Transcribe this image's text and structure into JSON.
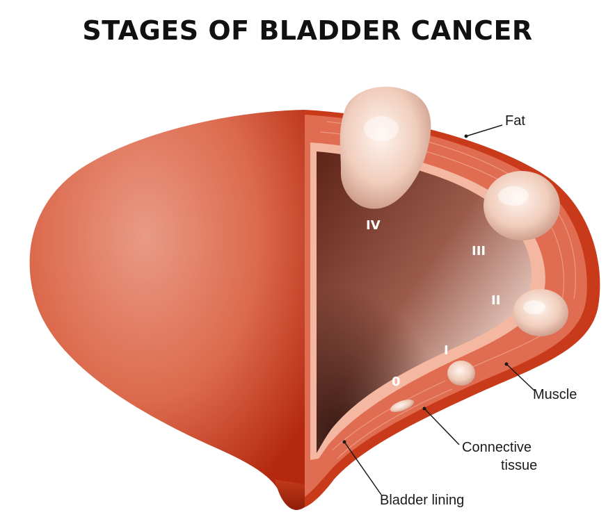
{
  "title": "STAGES OF BLADDER CANCER",
  "stages": [
    "0",
    "I",
    "II",
    "III",
    "IV"
  ],
  "labels": {
    "fat": "Fat",
    "muscle": "Muscle",
    "connective_line1": "Connective",
    "connective_line2": "tissue",
    "lining": "Bladder lining"
  },
  "colors": {
    "bladder_light": "#e58872",
    "bladder_dark": "#bf2d10",
    "muscle": "#e06d52",
    "fat_layer": "#f4b8a2",
    "cavity_dark": "#6e2c1e",
    "tumor": "#f3d7c7"
  }
}
